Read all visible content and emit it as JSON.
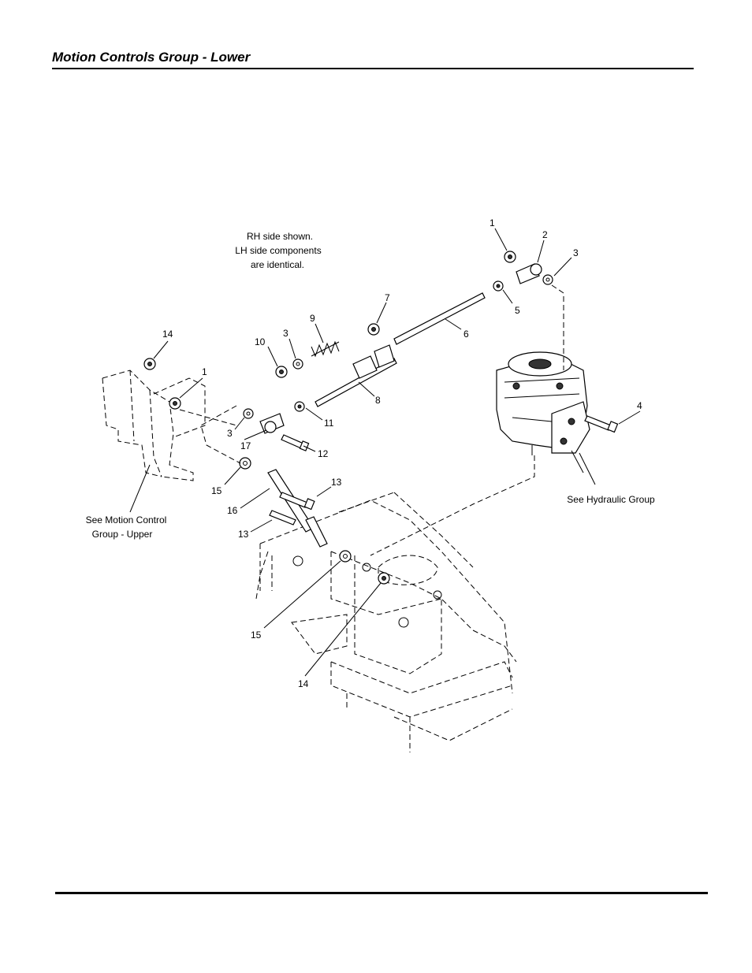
{
  "header": {
    "title": "Motion Controls Group - Lower"
  },
  "notes": {
    "rh_side": [
      "RH side shown.",
      "LH side components",
      "are identical."
    ],
    "see_hydraulic": "See Hydraulic Group",
    "see_motion_upper": [
      "See Motion Control",
      "Group - Upper"
    ]
  },
  "callouts": [
    {
      "id": "c1a",
      "text": "1"
    },
    {
      "id": "c2",
      "text": "2"
    },
    {
      "id": "c3a",
      "text": "3"
    },
    {
      "id": "c5",
      "text": "5"
    },
    {
      "id": "c7",
      "text": "7"
    },
    {
      "id": "c6",
      "text": "6"
    },
    {
      "id": "c9",
      "text": "9"
    },
    {
      "id": "c3b",
      "text": "3"
    },
    {
      "id": "c10",
      "text": "10"
    },
    {
      "id": "c8",
      "text": "8"
    },
    {
      "id": "c14a",
      "text": "14"
    },
    {
      "id": "c1b",
      "text": "1"
    },
    {
      "id": "c11",
      "text": "11"
    },
    {
      "id": "c3c",
      "text": "3"
    },
    {
      "id": "c17",
      "text": "17"
    },
    {
      "id": "c12",
      "text": "12"
    },
    {
      "id": "c4",
      "text": "4"
    },
    {
      "id": "c15a",
      "text": "15"
    },
    {
      "id": "c13a",
      "text": "13"
    },
    {
      "id": "c16",
      "text": "16"
    },
    {
      "id": "c13b",
      "text": "13"
    },
    {
      "id": "c15b",
      "text": "15"
    },
    {
      "id": "c14b",
      "text": "14"
    }
  ]
}
